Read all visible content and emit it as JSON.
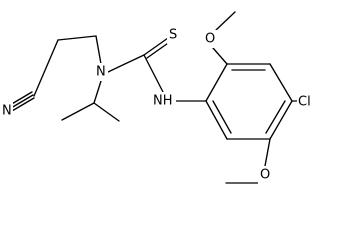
{
  "molecule": {
    "atom_labels": {
      "nitrile_n": "N",
      "amine_n": "N",
      "thione_s": "S",
      "nh": "NH",
      "methoxy_o_top": "O",
      "methoxy_o_bottom": "O",
      "chloro": "Cl"
    }
  }
}
